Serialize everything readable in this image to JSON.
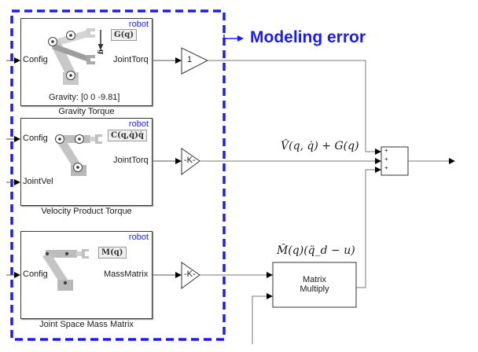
{
  "annotation": {
    "title": "Modeling error",
    "color": "#1a1aff"
  },
  "blocks": {
    "gravity": {
      "tag": "robot",
      "input_label": "Config",
      "output_label": "JointTorq",
      "formula": "G(q)",
      "gravity_symbol": "g",
      "param_text": "Gravity: [0 0 -9.81]",
      "caption": "Gravity Torque"
    },
    "velocity": {
      "tag": "robot",
      "input_labels": [
        "Config",
        "JointVel"
      ],
      "output_label": "JointTorq",
      "formula": "C(q,q̇)q̇",
      "caption": "Velocity Product Torque"
    },
    "mass": {
      "tag": "robot",
      "input_label": "Config",
      "output_label": "MassMatrix",
      "formula": "M(q)",
      "caption": "Joint Space Mass Matrix"
    },
    "gain1": {
      "value": "1"
    },
    "gain2": {
      "value": "-K-"
    },
    "gain3": {
      "value": "-K-"
    },
    "sum": {
      "signs": [
        "+",
        "+",
        "+"
      ]
    },
    "matmul": {
      "line1": "Matrix",
      "line2": "Multiply"
    }
  },
  "signal_labels": {
    "vg": "V̂(q, q̇) + G(q)",
    "md": "M̂(q)(q̈_d − u)"
  }
}
